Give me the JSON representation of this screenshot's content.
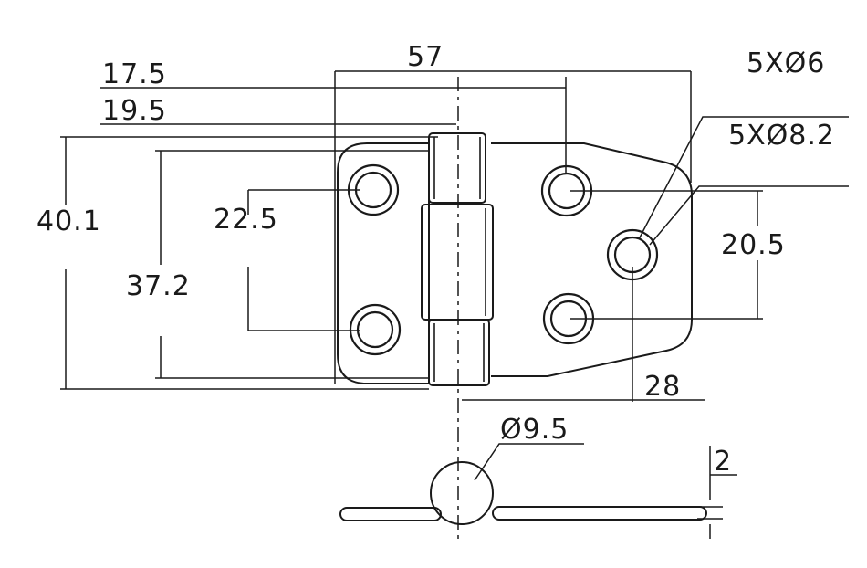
{
  "labels": {
    "d57": "57",
    "d17_5": "17.5",
    "d19_5": "19.5",
    "d40_1": "40.1",
    "d22_5": "22.5",
    "d37_2": "37.2",
    "d5x6": "5XØ6",
    "d5x8_2": "5XØ8.2",
    "d20_5": "20.5",
    "d28": "28",
    "d9_5": "Ø9.5",
    "d2": "2"
  },
  "colors": {
    "line": "#1a1a1a",
    "background": "#ffffff"
  }
}
